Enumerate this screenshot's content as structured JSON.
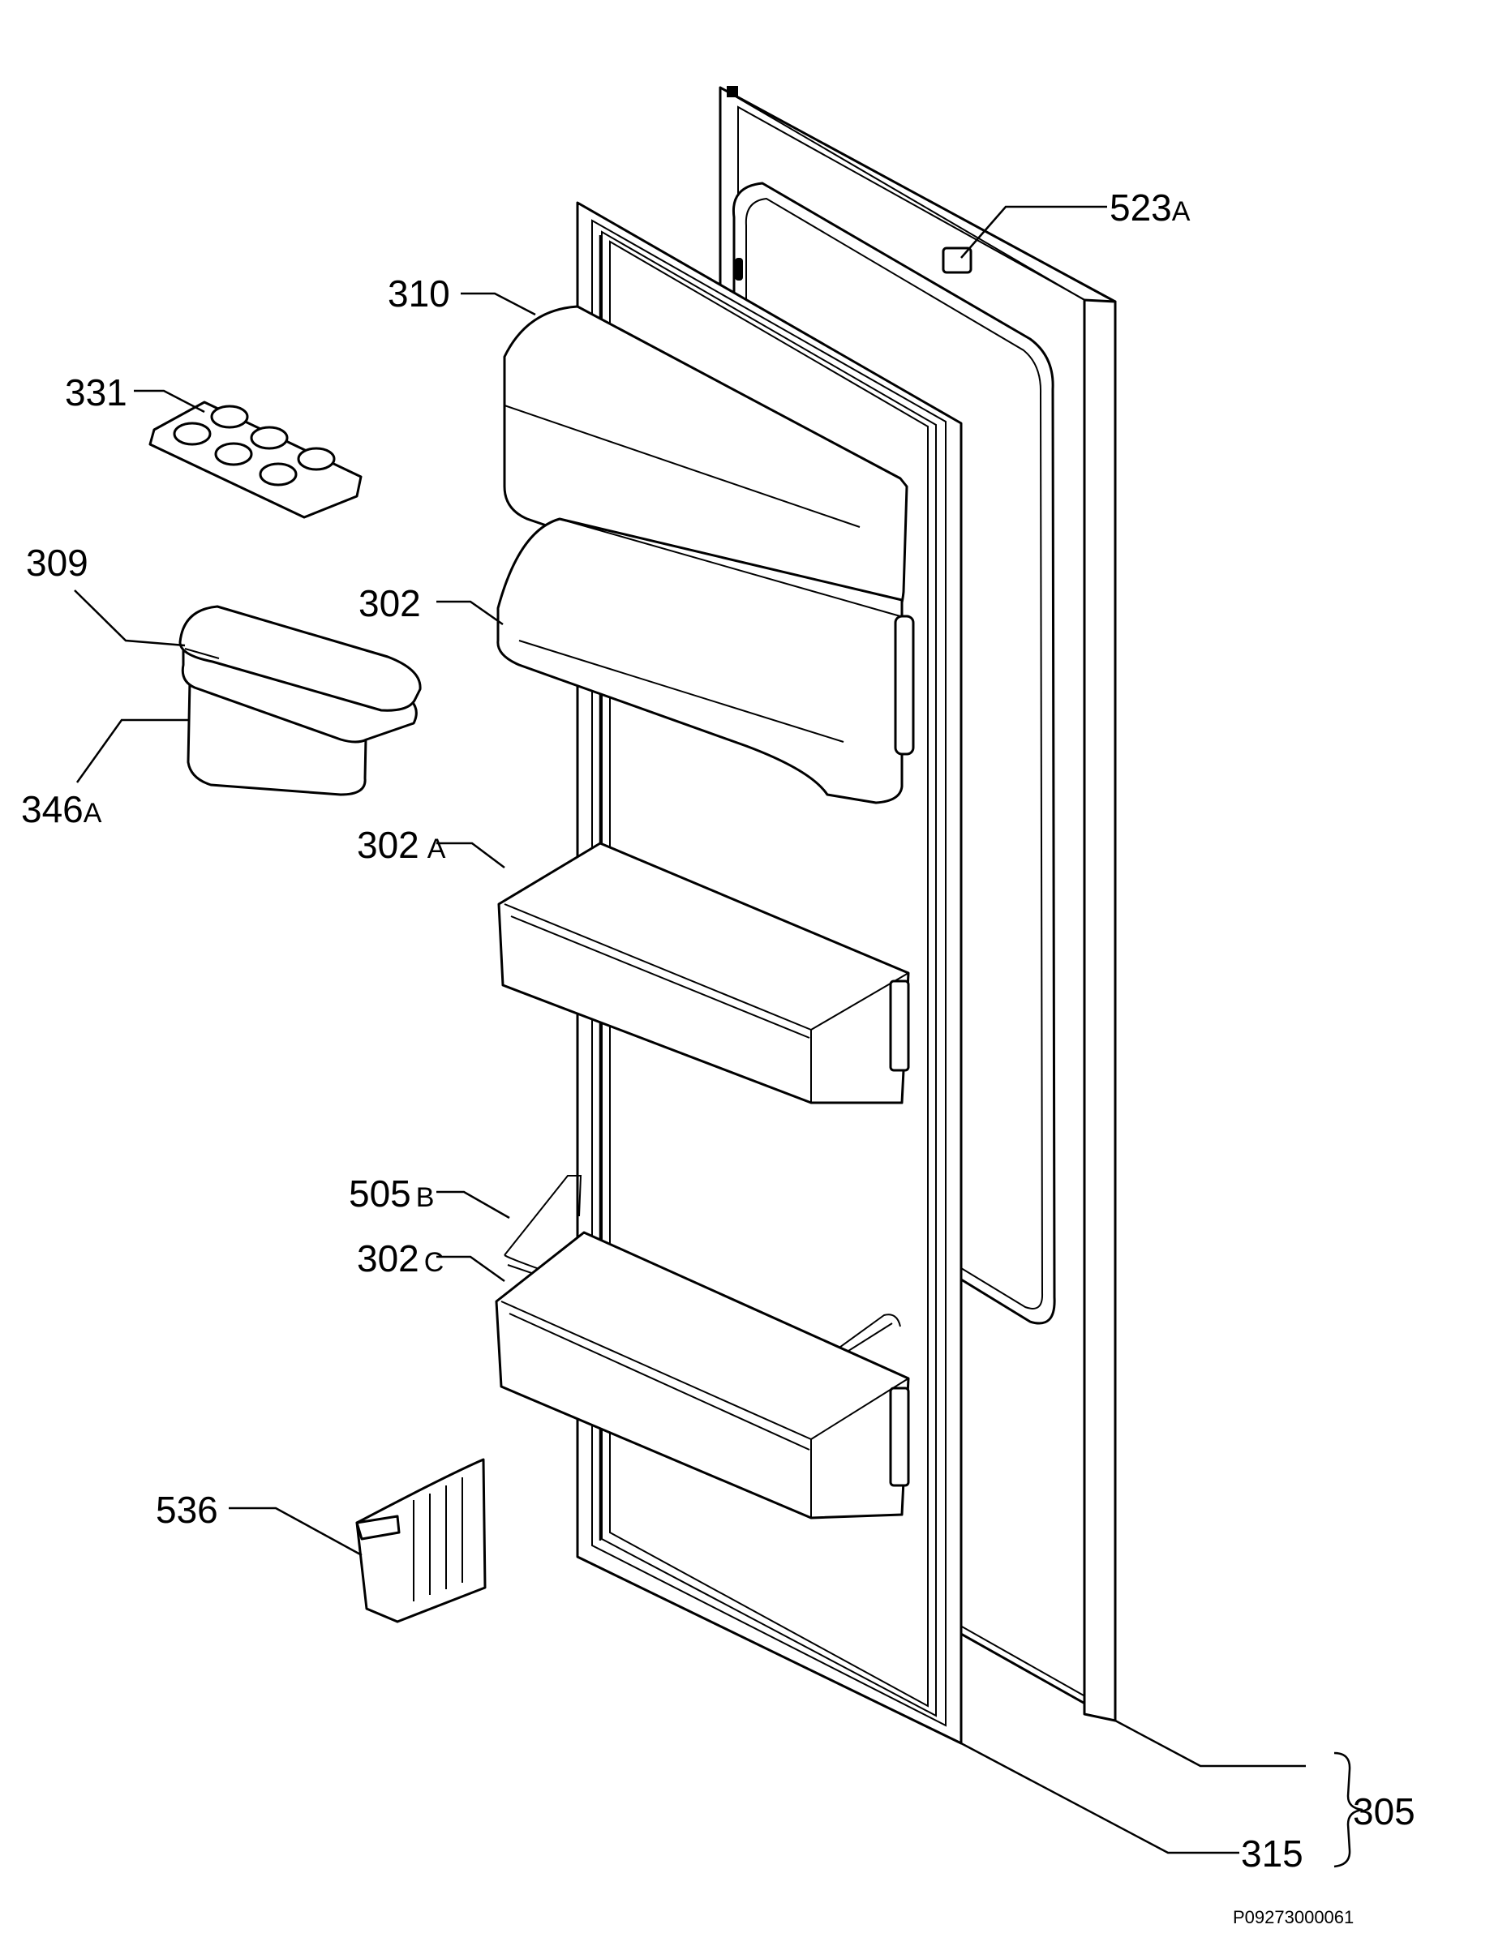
{
  "labels": {
    "p523a": {
      "num": "523",
      "suffix": "A"
    },
    "p310": {
      "num": "310"
    },
    "p331": {
      "num": "331"
    },
    "p309": {
      "num": "309"
    },
    "p302": {
      "num": "302"
    },
    "p346a": {
      "num": "346",
      "suffix": "A"
    },
    "p302a": {
      "num": "302",
      "suffix": "A"
    },
    "p505b": {
      "num": "505",
      "suffix": "B"
    },
    "p302c": {
      "num": "302",
      "suffix": "C"
    },
    "p536": {
      "num": "536"
    },
    "p315": {
      "num": "315"
    },
    "p305": {
      "num": "305"
    }
  },
  "drawing_code": "P09273000061"
}
